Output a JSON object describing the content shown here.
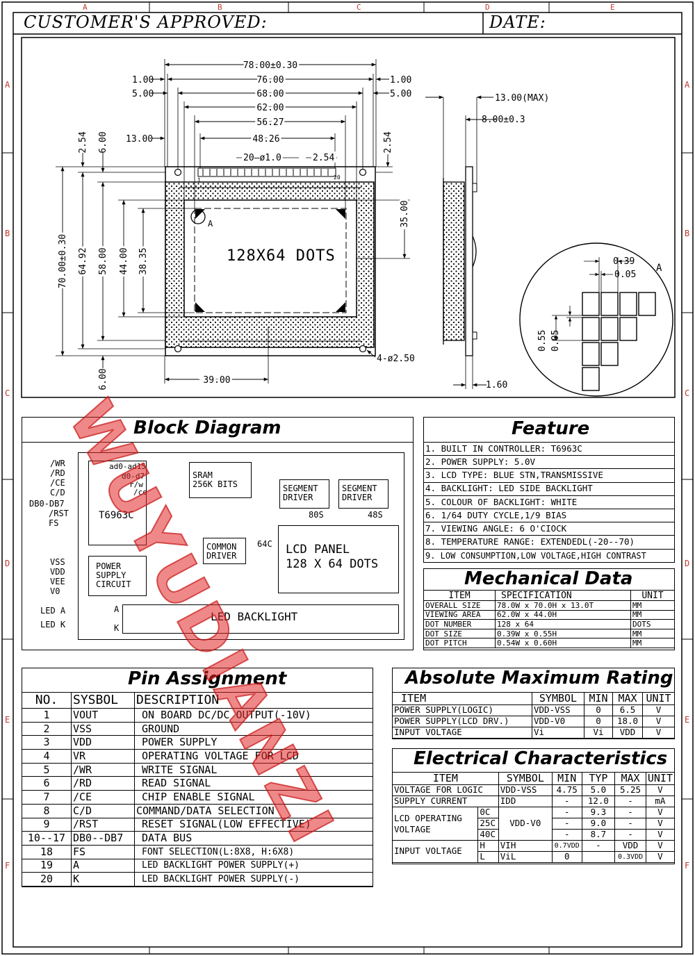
{
  "border": {
    "col_marks": [
      "A",
      "B",
      "C",
      "D",
      "E"
    ],
    "row_marks": [
      "A",
      "B",
      "C",
      "D",
      "E",
      "F"
    ]
  },
  "header": {
    "approved_label": "CUSTOMER'S APPROVED:",
    "date_label": "DATE:"
  },
  "drawing": {
    "dims_top": [
      "78.00±0.30",
      "76.00",
      "68.00",
      "62.00",
      "56.27",
      "48.26",
      "2.54",
      "20—ø1.0"
    ],
    "dims_side_top_left": [
      "1.00",
      "5.00",
      "13.00"
    ],
    "dims_side_top_right": [
      "1.00",
      "5.00"
    ],
    "dims_vertical_left": [
      "2.54",
      "6.00",
      "70.00±0.30",
      "64.92",
      "58.00",
      "44.00",
      "38.35",
      "6.00"
    ],
    "dim_right_a": "2.54",
    "dim_right_b": "35.00",
    "dim_bottom": "39.00",
    "hole_note": "4-ø2.50",
    "pin1": "1",
    "pin20": "20",
    "dots_label": "128X64 DOTS",
    "marker_a": "A",
    "side_dims": [
      "13.00(MAX)",
      "8.00±0.3",
      "1.60"
    ],
    "detail_dims": [
      "0.39",
      "0.05",
      "0.55",
      "0.05"
    ],
    "detail_label": "A"
  },
  "block_diagram": {
    "title": "Block Diagram",
    "signals_left": [
      "/WR",
      "/RD",
      "/CE",
      "C/D",
      "DB0-DB7",
      "/RST",
      "FS"
    ],
    "controller": "T6963C",
    "bus_labels": [
      "ad0-ad15",
      "d0-d7",
      "r/w",
      "/ce"
    ],
    "sram": "SRAM\n256K BITS",
    "seg1": "SEGMENT\nDRIVER",
    "seg2": "SEGMENT\nDRIVER",
    "seg1_out": "80S",
    "seg2_out": "48S",
    "common": "COMMON\nDRIVER",
    "common_out": "64C",
    "lcd_panel": "LCD PANEL\n128 X 64 DOTS",
    "power_pins": [
      "VSS",
      "VDD",
      "VEE",
      "V0"
    ],
    "power_box": "POWER\nSUPPLY\nCIRCUIT",
    "led_pins": [
      "LED A",
      "LED K"
    ],
    "led_ak": [
      "A",
      "K"
    ],
    "backlight": "LED BACKLIGHT"
  },
  "feature": {
    "title": "Feature",
    "items": [
      "1. BUILT IN CONTROLLER: T6963C",
      "2. POWER SUPPLY: 5.0V",
      "3. LCD TYPE: BLUE STN,TRANSMISSIVE",
      "4. BACKLIGHT: LED SIDE BACKLIGHT",
      "5. COLOUR OF BACKLIGHT: WHITE",
      "6. 1/64 DUTY CYCLE,1/9 BIAS",
      "7. VIEWING ANGLE: 6 O'CIOCK",
      "8. TEMPERATURE RANGE: EXTENDEDL(-20--70)",
      "9. LOW CONSUMPTION,LOW VOLTAGE,HIGH CONTRAST"
    ]
  },
  "mechanical": {
    "title": "Mechanical Data",
    "headers": [
      "ITEM",
      "SPECIFICATION",
      "UNIT"
    ],
    "rows": [
      [
        "OVERALL SIZE",
        "78.0W x 70.0H x 13.0T",
        "MM"
      ],
      [
        "VIEWING AREA",
        "62.0W x 44.0H",
        "MM"
      ],
      [
        "DOT NUMBER",
        "128 x 64",
        "DOTS"
      ],
      [
        "DOT SIZE",
        "0.39W x 0.55H",
        "MM"
      ],
      [
        "DOT PITCH",
        "0.54W x 0.60H",
        "MM"
      ]
    ]
  },
  "pins": {
    "title": "Pin Assignment",
    "headers": [
      "NO.",
      "SYSBOL",
      "DESCRIPTION"
    ],
    "rows": [
      [
        "1",
        "VOUT",
        "ON BOARD DC/DC OUTPUT(-10V)"
      ],
      [
        "2",
        "VSS",
        "GROUND"
      ],
      [
        "3",
        "VDD",
        "POWER SUPPLY"
      ],
      [
        "4",
        "VR",
        "OPERATING VOLTAGE FOR LCD"
      ],
      [
        "5",
        "/WR",
        "WRITE SIGNAL"
      ],
      [
        "6",
        "/RD",
        "READ SIGNAL"
      ],
      [
        "7",
        "/CE",
        "CHIP ENABLE SIGNAL"
      ],
      [
        "8",
        "C/D",
        "COMMAND/DATA SELECTION"
      ],
      [
        "9",
        "/RST",
        "RESET SIGNAL(LOW EFFECTIVE)"
      ],
      [
        "10--17",
        "DB0--DB7",
        "DATA BUS"
      ],
      [
        "18",
        "FS",
        "FONT SELECTION(L:8X8, H:6X8)"
      ],
      [
        "19",
        "A",
        "LED BACKLIGHT POWER SUPPLY(+)"
      ],
      [
        "20",
        "K",
        "LED BACKLIGHT POWER SUPPLY(-)"
      ]
    ]
  },
  "absolute": {
    "title": "Absolute Maximum Rating",
    "headers": [
      "ITEM",
      "SYMBOL",
      "MIN",
      "MAX",
      "UNIT"
    ],
    "rows": [
      [
        "POWER SUPPLY(LOGIC)",
        "VDD-VSS",
        "0",
        "6.5",
        "V"
      ],
      [
        "POWER SUPPLY(LCD DRV.)",
        "VDD-V0",
        "0",
        "18.0",
        "V"
      ],
      [
        "INPUT VOLTAGE",
        "Vi",
        "Vi",
        "VDD",
        "V"
      ]
    ]
  },
  "electrical": {
    "title": "Electrical Characteristics",
    "headers": [
      "ITEM",
      "SYMBOL",
      "MIN",
      "TYP",
      "MAX",
      "UNIT"
    ],
    "r1": [
      "VOLTAGE FOR LOGIC",
      "VDD-VSS",
      "4.75",
      "5.0",
      "5.25",
      "V"
    ],
    "r2": [
      "SUPPLY CURRENT",
      "IDD",
      "-",
      "12.0",
      "-",
      "mA"
    ],
    "lcd_item": "LCD OPERATING VOLTAGE",
    "lcd_symbol": "VDD-V0",
    "lcd_rows": [
      [
        "0C",
        "-",
        "9.3",
        "-",
        "V"
      ],
      [
        "25C",
        "-",
        "9.0",
        "-",
        "V"
      ],
      [
        "40C",
        "-",
        "8.7",
        "-",
        "V"
      ]
    ],
    "input_item": "INPUT VOLTAGE",
    "input_rows": [
      [
        "H",
        "VIH",
        "0.7VDD",
        "-",
        "VDD",
        "V"
      ],
      [
        "L",
        "ViL",
        "0",
        "",
        "0.3VDD",
        "V"
      ]
    ]
  },
  "watermark": "WUYUDIANZI"
}
